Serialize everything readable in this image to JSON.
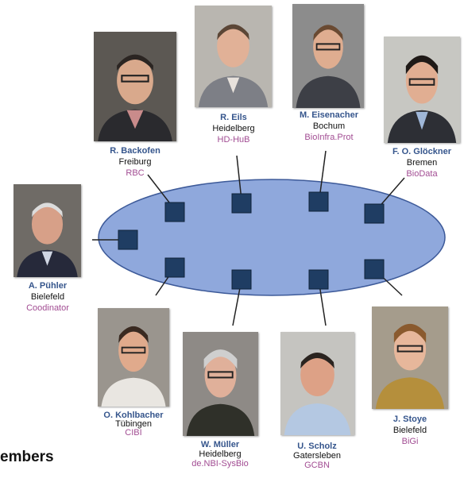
{
  "heading": "embers",
  "members": [
    {
      "id": "backofen",
      "name": "R. Backofen",
      "city": "Freiburg",
      "abbr": "RBC"
    },
    {
      "id": "eils",
      "name": "R. Eils",
      "city": "Heidelberg",
      "abbr": "HD-HuB"
    },
    {
      "id": "eisenacher",
      "name": "M. Eisenacher",
      "city": "Bochum",
      "abbr": "BioInfra.Prot"
    },
    {
      "id": "gloeckner",
      "name": "F. O. Glöckner",
      "city": "Bremen",
      "abbr": "BioData"
    },
    {
      "id": "puehler",
      "name": "A. Pühler",
      "city": "Bielefeld",
      "abbr": "Coodinator"
    },
    {
      "id": "kohlbacher",
      "name": "O. Kohlbacher",
      "city": "Tübingen",
      "abbr": "CIBI"
    },
    {
      "id": "mueller",
      "name": "W. Müller",
      "city": "Heidelberg",
      "abbr": "de.NBI-SysBio"
    },
    {
      "id": "scholz",
      "name": "U. Scholz",
      "city": "Gatersleben",
      "abbr": "GCBN"
    },
    {
      "id": "stoye",
      "name": "J. Stoye",
      "city": "Bielefeld",
      "abbr": "BiGi"
    }
  ],
  "colors": {
    "ellipse_fill": "#8fa8dc",
    "ellipse_stroke": "#3d5a99",
    "node_fill": "#1f3d63",
    "name_text": "#35558c",
    "abbr_text": "#a24d93"
  }
}
